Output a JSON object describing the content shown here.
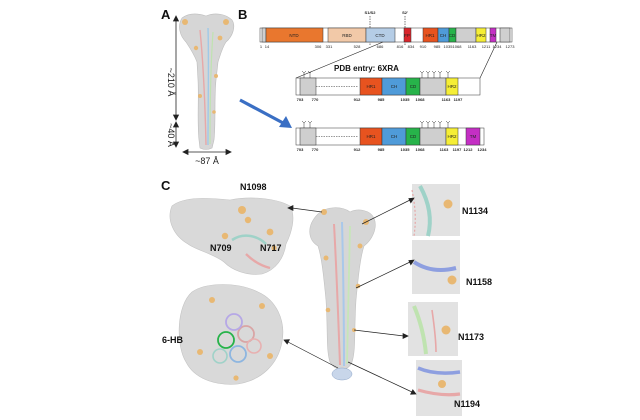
{
  "panels": {
    "a": "A",
    "b": "B",
    "c": "C"
  },
  "panel_a": {
    "height_main": "~210 Å",
    "height_stem": "~40 Å",
    "width": "~87 Å"
  },
  "panel_b": {
    "cleavage_labels": [
      "S1/S2",
      "S2'"
    ],
    "pdb_label": "PDB entry: 6XRA",
    "full_domains": [
      "NTD",
      "RBD",
      "CTD",
      "FP",
      "HR1",
      "CH",
      "CD",
      "HR2",
      "TM"
    ],
    "full_ticks": [
      "1",
      "14",
      "306",
      "331",
      "528",
      "686",
      "816",
      "834",
      "910",
      "985",
      "1035",
      "1068",
      "1163",
      "1211",
      "1234",
      "1273"
    ],
    "mid_domains": [
      "HR1",
      "CH",
      "CD",
      "HR2"
    ],
    "mid_ticks": [
      "703",
      "770",
      "912",
      "985",
      "1035",
      "1068",
      "1163",
      "1197"
    ],
    "bottom_domains": [
      "HR1",
      "CH",
      "CD",
      "HR2",
      "TM"
    ],
    "bottom_ticks": [
      "703",
      "770",
      "912",
      "985",
      "1035",
      "1068",
      "1163",
      "1197",
      "1212",
      "1234"
    ]
  },
  "panel_c": {
    "glycans": [
      "N1098",
      "N709",
      "N717",
      "6-HB",
      "N1134",
      "N1158",
      "N1173",
      "N1194"
    ]
  },
  "colors": {
    "ntd": "#e9772e",
    "rbd": "#f2c9a8",
    "ctd": "#b5cde6",
    "fp": "#d9262c",
    "hr1": "#e8531f",
    "ch": "#4f9bd9",
    "cd": "#27b34a",
    "hr2": "#f5ee36",
    "tm": "#c42fc4",
    "grey": "#cfcfcf",
    "map": "#d6d6d6",
    "glycan": "#e8b873",
    "arrow": "#3a6fc4"
  }
}
